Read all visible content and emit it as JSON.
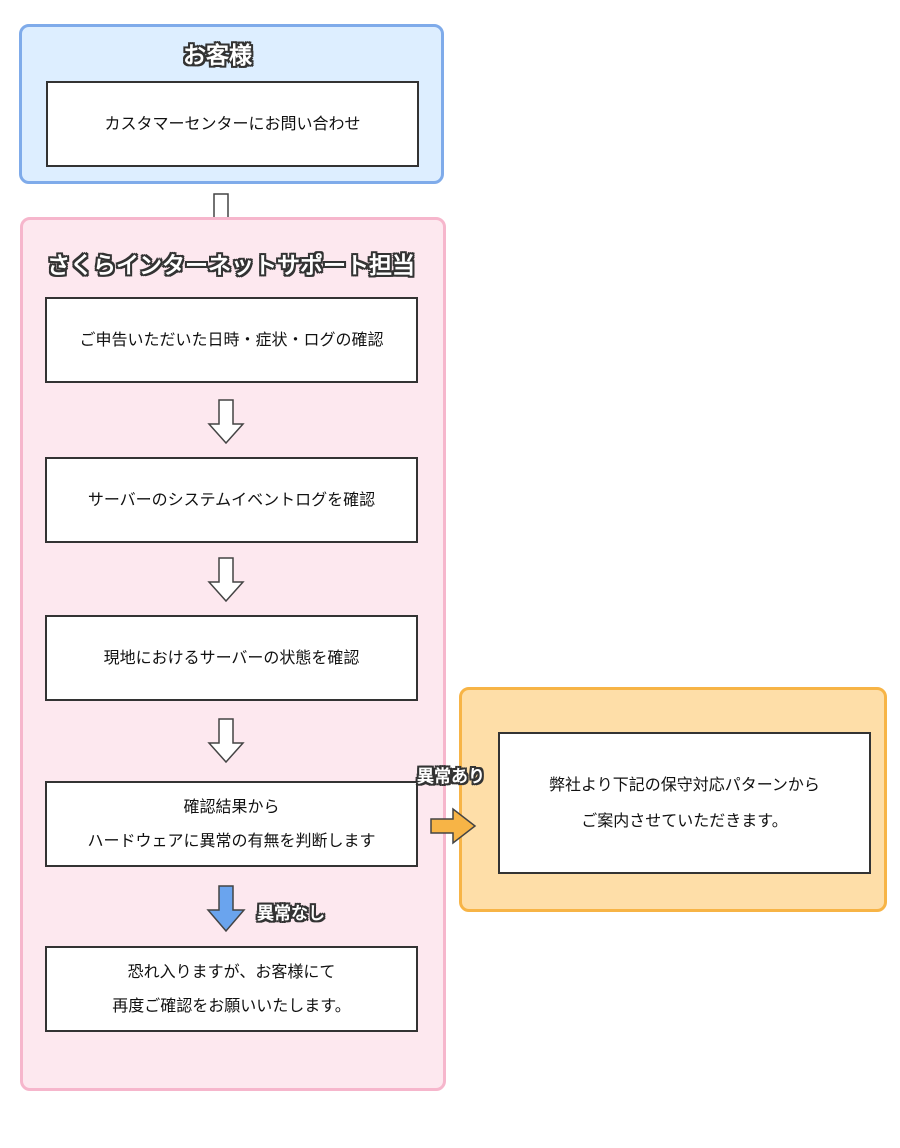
{
  "lanes": {
    "customer": {
      "title": "お客様",
      "steps": [
        "カスタマーセンターにお問い合わせ"
      ]
    },
    "support": {
      "title": "さくらインターネットサポート担当",
      "steps": [
        "ご申告いただいた日時・症状・ログの確認",
        "サーバーのシステムイベントログを確認",
        "現地におけるサーバーの状態を確認"
      ],
      "decision": {
        "line1": "確認結果から",
        "line2": "ハードウェアに異常の有無を判断します"
      },
      "no_anomaly": {
        "line1": "恐れ入りますが、お客様にて",
        "line2": "再度ご確認をお願いいたします。"
      }
    },
    "vendor": {
      "line1": "弊社より下記の保守対応パターンから",
      "line2": "ご案内させていただきます。"
    }
  },
  "branches": {
    "anomaly_yes": "異常あり",
    "anomaly_no": "異常なし"
  },
  "colors": {
    "customer_fill": "#ddeeff",
    "customer_border": "#7fabea",
    "support_fill": "#fde8ef",
    "support_border": "#f6b6cc",
    "vendor_fill": "#fedea8",
    "vendor_border": "#f7b446",
    "arrow_blue": "#6aa4ee",
    "arrow_orange": "#f7b446"
  }
}
